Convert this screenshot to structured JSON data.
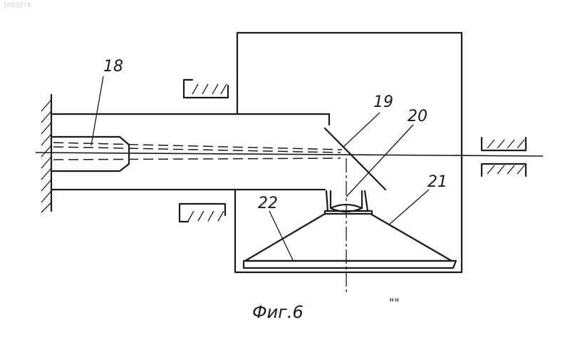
{
  "stamp": "1069276",
  "labels": {
    "l18": "18",
    "l19": "19",
    "l20": "20",
    "l21": "21",
    "l22": "22"
  },
  "caption": "Фиг.6",
  "corner_mark": "\"\""
}
